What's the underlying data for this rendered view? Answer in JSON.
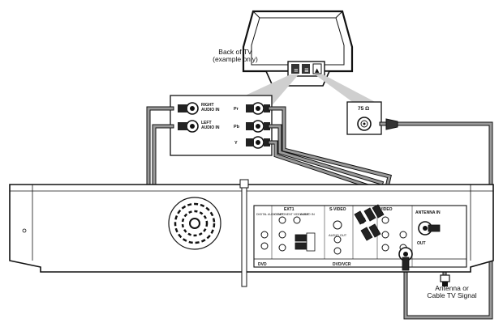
{
  "tv": {
    "caption_line1": "Back of TV",
    "caption_line2": "(example only)"
  },
  "panel_jacks": {
    "right_audio": "RIGHT AUDIO IN",
    "left_audio": "LEFT AUDIO IN",
    "pr": "Pr",
    "pb": "Pb",
    "y": "Y"
  },
  "rf_jack": {
    "impedance": "75 Ω"
  },
  "recorder": {
    "section_ext1": "EXT1",
    "section_svideo": "S-VIDEO",
    "section_video": "VIDEO",
    "antenna_in": "ANTENNA IN",
    "out": "OUT",
    "dvd": "DVD",
    "dvd_vcr": "DVD/VCR",
    "audio_in": "AUDIO IN",
    "audio_out": "AUDIO OUT",
    "component_video": "COMPONENT VIDEO OUT",
    "digital_audio": "DIGITAL AUDIO OUT"
  },
  "antenna": {
    "caption_line1": "Antenna or",
    "caption_line2": "Cable TV Signal"
  }
}
